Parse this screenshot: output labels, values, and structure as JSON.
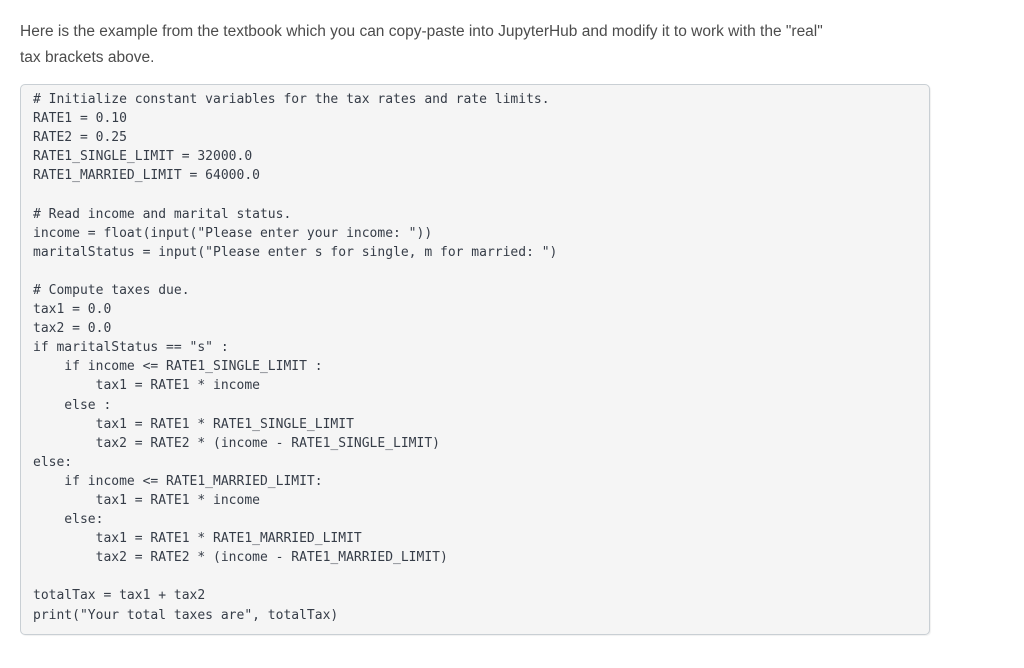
{
  "intro": {
    "lines": [
      "Here is the example from the textbook which you can copy-paste into JupyterHub and modify it to work with the \"real\"",
      "tax brackets above."
    ]
  },
  "code": {
    "lines": [
      "# Initialize constant variables for the tax rates and rate limits.",
      "RATE1 = 0.10",
      "RATE2 = 0.25",
      "RATE1_SINGLE_LIMIT = 32000.0",
      "RATE1_MARRIED_LIMIT = 64000.0",
      "",
      "# Read income and marital status.",
      "income = float(input(\"Please enter your income: \"))",
      "maritalStatus = input(\"Please enter s for single, m for married: \")",
      "",
      "# Compute taxes due.",
      "tax1 = 0.0",
      "tax2 = 0.0",
      "if maritalStatus == \"s\" :",
      "    if income <= RATE1_SINGLE_LIMIT :",
      "        tax1 = RATE1 * income",
      "    else :",
      "        tax1 = RATE1 * RATE1_SINGLE_LIMIT",
      "        tax2 = RATE2 * (income - RATE1_SINGLE_LIMIT)",
      "else:",
      "    if income <= RATE1_MARRIED_LIMIT:",
      "        tax1 = RATE1 * income",
      "    else:",
      "        tax1 = RATE1 * RATE1_MARRIED_LIMIT",
      "        tax2 = RATE2 * (income - RATE1_MARRIED_LIMIT)",
      "",
      "totalTax = tax1 + tax2",
      "print(\"Your total taxes are\", totalTax)"
    ]
  },
  "colors": {
    "page_background": "#ffffff",
    "body_text": "#4c4c4c",
    "code_background": "#f5f5f5",
    "code_border": "#c9cfd4",
    "code_text": "#363d48"
  }
}
